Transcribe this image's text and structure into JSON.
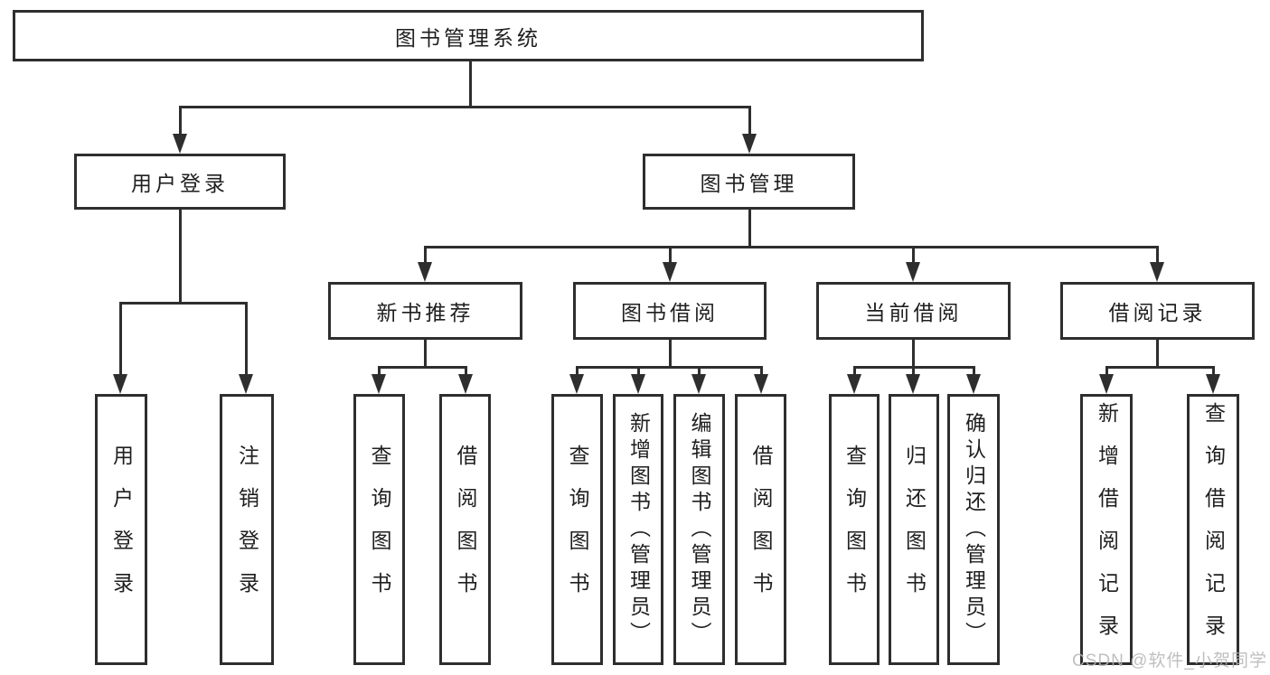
{
  "colors": {
    "line": "#2e2e2e",
    "box_border": "#2e2e2e",
    "box_background": "#ffffff",
    "text": "#1f1f1f",
    "watermark": "#b4b4b4"
  },
  "nodes": {
    "root": {
      "label": "图书管理系统"
    },
    "branches": [
      {
        "label": "用户登录"
      },
      {
        "label": "图书管理"
      }
    ],
    "sections": [
      {
        "label": "新书推荐"
      },
      {
        "label": "图书借阅"
      },
      {
        "label": "当前借阅"
      },
      {
        "label": "借阅记录"
      }
    ],
    "leaves": [
      {
        "label": "用户登录"
      },
      {
        "label": "注销登录"
      },
      {
        "label": "查询图书"
      },
      {
        "label": "借阅图书"
      },
      {
        "label": "查询图书"
      },
      {
        "label": "新增图书（管理员）"
      },
      {
        "label": "编辑图书（管理员）"
      },
      {
        "label": "借阅图书"
      },
      {
        "label": "查询图书"
      },
      {
        "label": "归还图书"
      },
      {
        "label": "确认归还（管理员）"
      },
      {
        "label": "新增借阅记录"
      },
      {
        "label": "查询借阅记录"
      }
    ]
  },
  "watermark": {
    "text": "CSDN @软件_小贺同学"
  }
}
